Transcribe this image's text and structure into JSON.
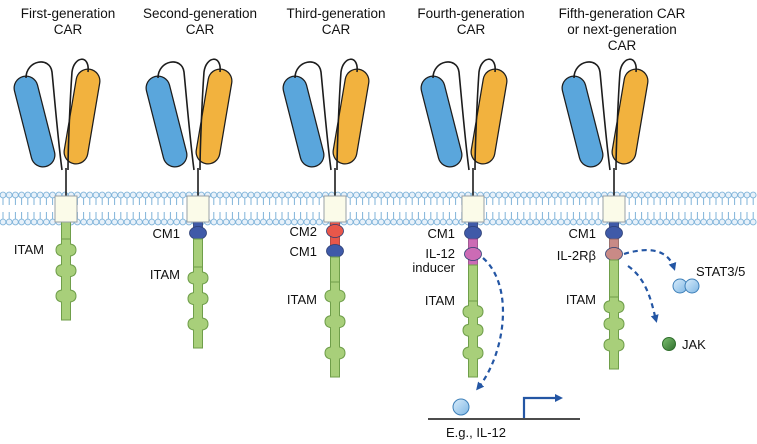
{
  "columns": [
    {
      "title_lines": [
        "First-generation",
        "CAR"
      ],
      "domains": [],
      "itam_label": "ITAM"
    },
    {
      "title_lines": [
        "Second-generation",
        "CAR"
      ],
      "domains": [
        {
          "label": "CM1",
          "kind": "cm1"
        }
      ],
      "itam_label": "ITAM"
    },
    {
      "title_lines": [
        "Third-generation",
        "CAR"
      ],
      "domains": [
        {
          "label": "CM2",
          "kind": "cm2"
        },
        {
          "label": "CM1",
          "kind": "cm1"
        }
      ],
      "itam_label": "ITAM"
    },
    {
      "title_lines": [
        "Fourth-generation",
        "CAR"
      ],
      "domains": [
        {
          "label": "CM1",
          "kind": "cm1"
        },
        {
          "label_lines": [
            "IL-12",
            "inducer"
          ],
          "kind": "inducer"
        }
      ],
      "itam_label": "ITAM"
    },
    {
      "title_lines": [
        "Fifth-generation CAR",
        "or next-generation",
        "CAR"
      ],
      "domains": [
        {
          "label": "CM1",
          "kind": "cm1"
        },
        {
          "label": "IL-2Rβ",
          "kind": "il2rb"
        }
      ],
      "itam_label": "ITAM"
    }
  ],
  "labels": {
    "stat": "STAT3/5",
    "jak": "JAK",
    "gene": "E.g., IL-12"
  },
  "colors": {
    "scfv_blue": "#5aa6dc",
    "scfv_orange": "#f2b23e",
    "membrane_lipid": "#7fb3d9",
    "cm1": "#3f5aa8",
    "cm2": "#e8574a",
    "inducer": "#cc6bb5",
    "il2rb": "#c98a86",
    "itam": "#a8cf7a",
    "arrow": "#2456a4",
    "jak": "#3f8a3a"
  }
}
